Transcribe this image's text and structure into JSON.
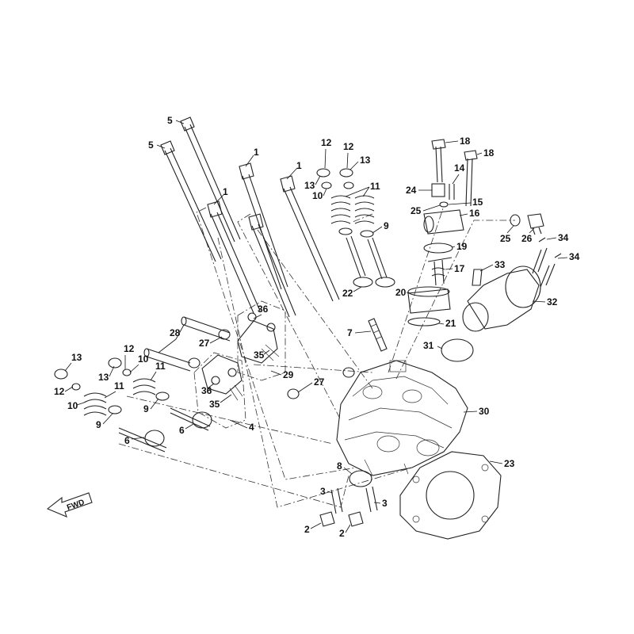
{
  "diagram": {
    "fwd_label": "FWD",
    "callouts": [
      {
        "id": "c5a",
        "text": "5"
      },
      {
        "id": "c5b",
        "text": "5"
      },
      {
        "id": "c1a",
        "text": "1"
      },
      {
        "id": "c1b",
        "text": "1"
      },
      {
        "id": "c1c",
        "text": "1"
      },
      {
        "id": "c12a",
        "text": "12"
      },
      {
        "id": "c12b",
        "text": "12"
      },
      {
        "id": "c13a",
        "text": "13"
      },
      {
        "id": "c13b",
        "text": "13"
      },
      {
        "id": "c10a",
        "text": "10"
      },
      {
        "id": "c11a",
        "text": "11"
      },
      {
        "id": "c9a",
        "text": "9"
      },
      {
        "id": "c18a",
        "text": "18"
      },
      {
        "id": "c18b",
        "text": "18"
      },
      {
        "id": "c14",
        "text": "14"
      },
      {
        "id": "c24",
        "text": "24"
      },
      {
        "id": "c15",
        "text": "15"
      },
      {
        "id": "c25a",
        "text": "25"
      },
      {
        "id": "c16",
        "text": "16"
      },
      {
        "id": "c25b",
        "text": "25"
      },
      {
        "id": "c26",
        "text": "26"
      },
      {
        "id": "c34a",
        "text": "34"
      },
      {
        "id": "c34b",
        "text": "34"
      },
      {
        "id": "c19",
        "text": "19"
      },
      {
        "id": "c33",
        "text": "33"
      },
      {
        "id": "c17",
        "text": "17"
      },
      {
        "id": "c32",
        "text": "32"
      },
      {
        "id": "c22",
        "text": "22"
      },
      {
        "id": "c20",
        "text": "20"
      },
      {
        "id": "c21",
        "text": "21"
      },
      {
        "id": "c7",
        "text": "7"
      },
      {
        "id": "c31",
        "text": "31"
      },
      {
        "id": "c36a",
        "text": "36"
      },
      {
        "id": "c28",
        "text": "28"
      },
      {
        "id": "c27a",
        "text": "27"
      },
      {
        "id": "c35a",
        "text": "35"
      },
      {
        "id": "c29",
        "text": "29"
      },
      {
        "id": "c27b",
        "text": "27"
      },
      {
        "id": "c13c",
        "text": "13"
      },
      {
        "id": "c12c",
        "text": "12"
      },
      {
        "id": "c13d",
        "text": "13"
      },
      {
        "id": "c10b",
        "text": "10"
      },
      {
        "id": "c11b",
        "text": "11"
      },
      {
        "id": "c12d",
        "text": "12"
      },
      {
        "id": "c11c",
        "text": "11"
      },
      {
        "id": "c10c",
        "text": "10"
      },
      {
        "id": "c9b",
        "text": "9"
      },
      {
        "id": "c9c",
        "text": "9"
      },
      {
        "id": "c36b",
        "text": "36"
      },
      {
        "id": "c35b",
        "text": "35"
      },
      {
        "id": "c6a",
        "text": "6"
      },
      {
        "id": "c4",
        "text": "4"
      },
      {
        "id": "c6b",
        "text": "6"
      },
      {
        "id": "c30",
        "text": "30"
      },
      {
        "id": "c8",
        "text": "8"
      },
      {
        "id": "c23",
        "text": "23"
      },
      {
        "id": "c3a",
        "text": "3"
      },
      {
        "id": "c3b",
        "text": "3"
      },
      {
        "id": "c2a",
        "text": "2"
      },
      {
        "id": "c2b",
        "text": "2"
      }
    ]
  }
}
